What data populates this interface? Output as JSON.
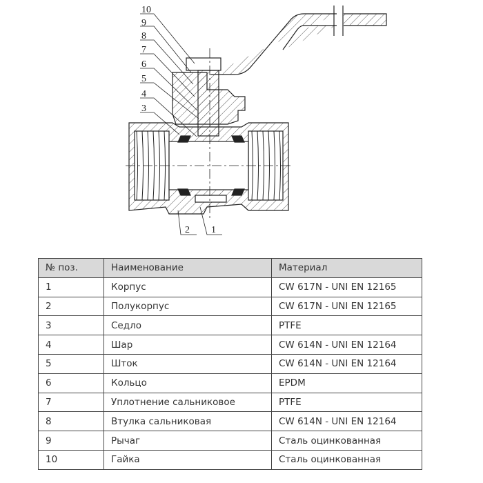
{
  "drawing": {
    "callouts": [
      "10",
      "9",
      "8",
      "7",
      "6",
      "5",
      "4",
      "3",
      "2",
      "1"
    ]
  },
  "table": {
    "headers": [
      "№ поз.",
      "Наименование",
      "Материал"
    ],
    "rows": [
      [
        "1",
        "Корпус",
        "CW 617N - UNI EN 12165"
      ],
      [
        "2",
        "Полукорпус",
        "CW 617N - UNI EN 12165"
      ],
      [
        "3",
        "Седло",
        "PTFE"
      ],
      [
        "4",
        "Шар",
        "CW 614N - UNI EN 12164"
      ],
      [
        "5",
        "Шток",
        "CW 614N - UNI EN 12164"
      ],
      [
        "6",
        "Кольцо",
        "EPDM"
      ],
      [
        "7",
        "Уплотнение сальниковое",
        "PTFE"
      ],
      [
        "8",
        "Втулка сальниковая",
        "CW 614N - UNI EN 12164"
      ],
      [
        "9",
        "Рычаг",
        "Сталь оцинкованная"
      ],
      [
        "10",
        "Гайка",
        "Сталь оцинкованная"
      ]
    ]
  }
}
